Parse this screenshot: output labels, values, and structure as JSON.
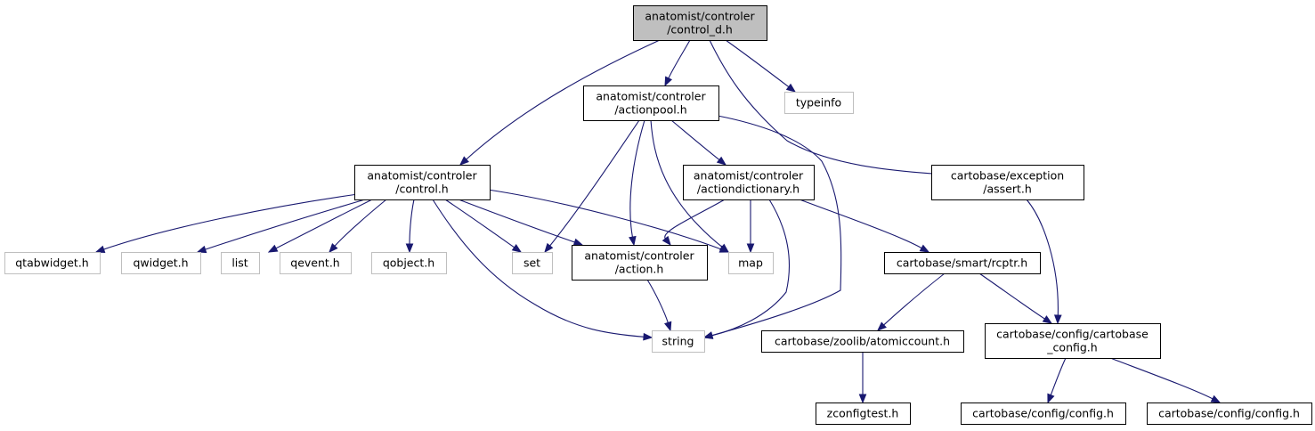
{
  "colors": {
    "edge": "#191970",
    "box_border": "#000000",
    "external_border": "#bfbfbf",
    "root_fill": "#bfbfbf",
    "node_fill": "#ffffff",
    "text": "#000000"
  },
  "nodes": [
    {
      "id": "control_d",
      "lines": [
        "anatomist/controler",
        "/control_d.h"
      ],
      "kind": "root"
    },
    {
      "id": "actionpool",
      "lines": [
        "anatomist/controler",
        "/actionpool.h"
      ],
      "kind": "file"
    },
    {
      "id": "typeinfo",
      "lines": [
        "typeinfo"
      ],
      "kind": "external"
    },
    {
      "id": "control",
      "lines": [
        "anatomist/controler",
        "/control.h"
      ],
      "kind": "file"
    },
    {
      "id": "actiondictionary",
      "lines": [
        "anatomist/controler",
        "/actiondictionary.h"
      ],
      "kind": "file"
    },
    {
      "id": "assert",
      "lines": [
        "cartobase/exception",
        "/assert.h"
      ],
      "kind": "file"
    },
    {
      "id": "qtabwidget",
      "lines": [
        "qtabwidget.h"
      ],
      "kind": "external"
    },
    {
      "id": "qwidget",
      "lines": [
        "qwidget.h"
      ],
      "kind": "external"
    },
    {
      "id": "list",
      "lines": [
        "list"
      ],
      "kind": "external"
    },
    {
      "id": "qevent",
      "lines": [
        "qevent.h"
      ],
      "kind": "external"
    },
    {
      "id": "qobject",
      "lines": [
        "qobject.h"
      ],
      "kind": "external"
    },
    {
      "id": "set",
      "lines": [
        "set"
      ],
      "kind": "external"
    },
    {
      "id": "action",
      "lines": [
        "anatomist/controler",
        "/action.h"
      ],
      "kind": "file"
    },
    {
      "id": "map",
      "lines": [
        "map"
      ],
      "kind": "external"
    },
    {
      "id": "rcptr",
      "lines": [
        "cartobase/smart/rcptr.h"
      ],
      "kind": "file"
    },
    {
      "id": "string",
      "lines": [
        "string"
      ],
      "kind": "external"
    },
    {
      "id": "atomiccount",
      "lines": [
        "cartobase/zoolib/atomiccount.h"
      ],
      "kind": "file"
    },
    {
      "id": "cartobase_config",
      "lines": [
        "cartobase/config/cartobase",
        "_config.h"
      ],
      "kind": "file"
    },
    {
      "id": "zconfigtest",
      "lines": [
        "zconfigtest.h"
      ],
      "kind": "file"
    },
    {
      "id": "config1",
      "lines": [
        "cartobase/config/config.h"
      ],
      "kind": "file"
    },
    {
      "id": "config2",
      "lines": [
        "cartobase/config/config.h"
      ],
      "kind": "file"
    }
  ],
  "edges": [
    {
      "from": "control_d",
      "to": "control"
    },
    {
      "from": "control_d",
      "to": "actionpool"
    },
    {
      "from": "control_d",
      "to": "typeinfo"
    },
    {
      "from": "control_d",
      "to": "assert"
    },
    {
      "from": "actionpool",
      "to": "set"
    },
    {
      "from": "actionpool",
      "to": "action"
    },
    {
      "from": "actionpool",
      "to": "map"
    },
    {
      "from": "actionpool",
      "to": "actiondictionary"
    },
    {
      "from": "actionpool",
      "to": "string"
    },
    {
      "from": "control",
      "to": "qtabwidget"
    },
    {
      "from": "control",
      "to": "qwidget"
    },
    {
      "from": "control",
      "to": "list"
    },
    {
      "from": "control",
      "to": "qevent"
    },
    {
      "from": "control",
      "to": "qobject"
    },
    {
      "from": "control",
      "to": "set"
    },
    {
      "from": "control",
      "to": "action"
    },
    {
      "from": "control",
      "to": "map"
    },
    {
      "from": "control",
      "to": "string"
    },
    {
      "from": "actiondictionary",
      "to": "action"
    },
    {
      "from": "actiondictionary",
      "to": "map"
    },
    {
      "from": "actiondictionary",
      "to": "string"
    },
    {
      "from": "actiondictionary",
      "to": "rcptr"
    },
    {
      "from": "action",
      "to": "string"
    },
    {
      "from": "assert",
      "to": "cartobase_config"
    },
    {
      "from": "rcptr",
      "to": "atomiccount"
    },
    {
      "from": "rcptr",
      "to": "cartobase_config"
    },
    {
      "from": "atomiccount",
      "to": "zconfigtest"
    },
    {
      "from": "cartobase_config",
      "to": "config1"
    },
    {
      "from": "cartobase_config",
      "to": "config2"
    }
  ]
}
